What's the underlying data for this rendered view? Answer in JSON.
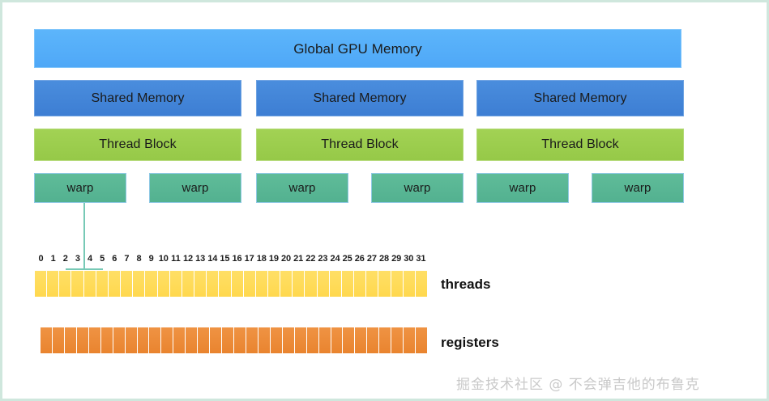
{
  "diagram": {
    "title": "CUDA GPU memory and execution hierarchy",
    "colors": {
      "global_memory": "#53aefa",
      "shared_memory": "#4083d8",
      "thread_block": "#9acd4e",
      "warp": "#5bb894",
      "threads": "#ffd84e",
      "registers": "#e9842f",
      "border": "#cfe7dd",
      "connector": "#77c9b6",
      "watermark": "#c9c9c9"
    },
    "global_memory": {
      "label": "Global GPU Memory"
    },
    "shared_memory_blocks": [
      {
        "label": "Shared Memory"
      },
      {
        "label": "Shared Memory"
      },
      {
        "label": "Shared Memory"
      }
    ],
    "thread_blocks": [
      {
        "label": "Thread Block"
      },
      {
        "label": "Thread Block"
      },
      {
        "label": "Thread Block"
      }
    ],
    "warps": [
      {
        "label": "warp"
      },
      {
        "label": "warp"
      },
      {
        "label": "warp"
      },
      {
        "label": "warp"
      },
      {
        "label": "warp"
      },
      {
        "label": "warp"
      }
    ],
    "thread_indices": [
      "0",
      "1",
      "2",
      "3",
      "4",
      "5",
      "6",
      "7",
      "8",
      "9",
      "10",
      "11",
      "12",
      "13",
      "14",
      "15",
      "16",
      "17",
      "18",
      "19",
      "20",
      "21",
      "22",
      "23",
      "24",
      "25",
      "26",
      "27",
      "28",
      "29",
      "30",
      "31"
    ],
    "threads_row": {
      "label": "threads",
      "count": 32
    },
    "registers_row": {
      "label": "registers",
      "count": 32
    },
    "watermark": "掘金技术社区 @ 不会弹吉他的布鲁克"
  }
}
